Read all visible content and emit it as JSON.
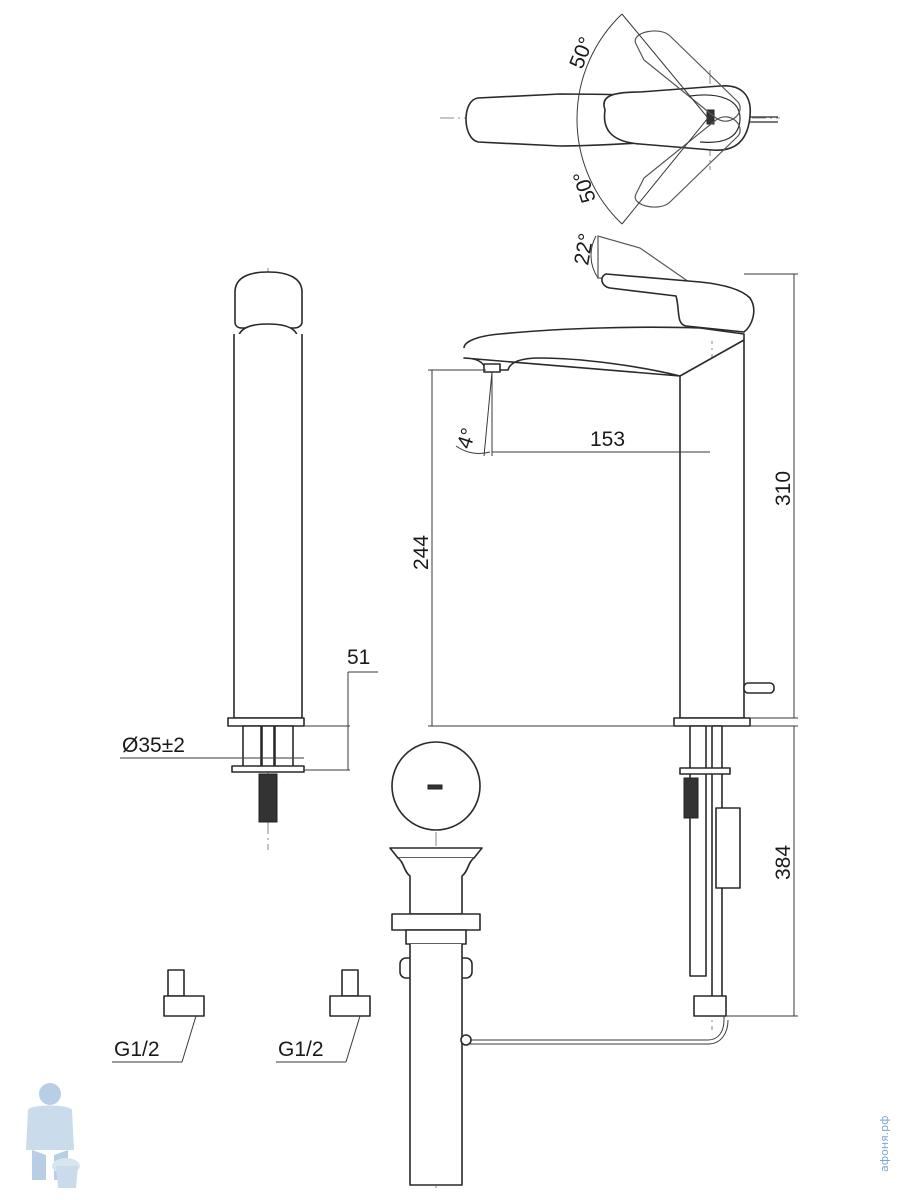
{
  "dimensions": {
    "lever_swing_up": "50°",
    "lever_swing_down": "50°",
    "lever_tilt": "22°",
    "spout_angle": "4°",
    "spout_reach": "153",
    "spout_height": "244",
    "total_height": "310",
    "hose_length": "384",
    "flange_thickness": "51",
    "hole_diameter": "Ø35±2",
    "connection_left": "G1/2",
    "connection_right": "G1/2"
  },
  "watermark": {
    "text": "афоня.рф",
    "accent_color": "#7da7cf"
  },
  "colors": {
    "line": "#2a2a2a",
    "background": "#ffffff"
  }
}
